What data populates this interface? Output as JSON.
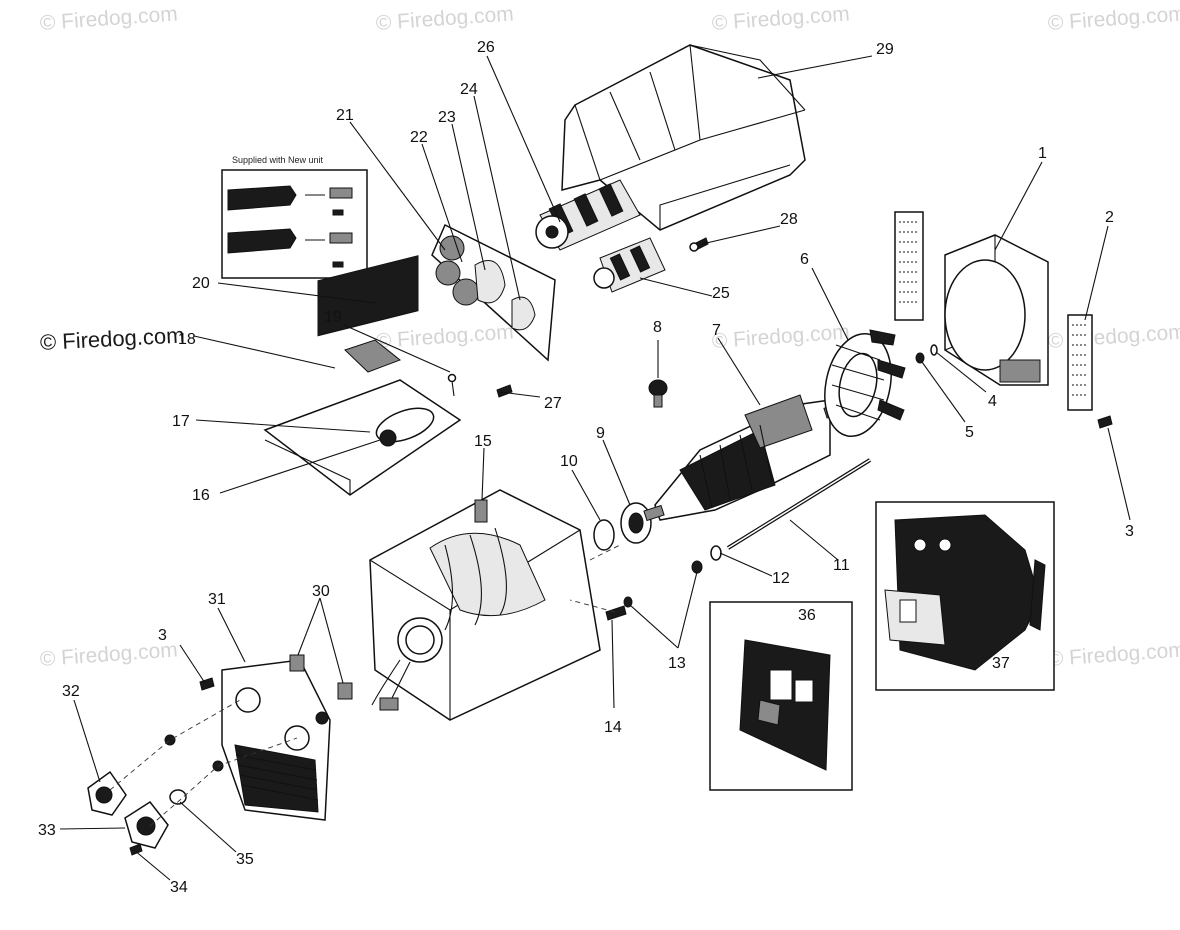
{
  "watermark": "© Firedog.com",
  "inset_title": "Supplied with New unit",
  "callouts": [
    "1",
    "2",
    "3",
    "3",
    "4",
    "5",
    "6",
    "7",
    "8",
    "9",
    "10",
    "11",
    "12",
    "13",
    "14",
    "15",
    "16",
    "17",
    "18",
    "19",
    "20",
    "21",
    "22",
    "23",
    "24",
    "25",
    "26",
    "27",
    "28",
    "29",
    "30",
    "31",
    "32",
    "33",
    "34",
    "35",
    "36",
    "37"
  ],
  "colors": {
    "line": "#111111",
    "watermark": "#d4d4d4",
    "background": "#ffffff"
  }
}
